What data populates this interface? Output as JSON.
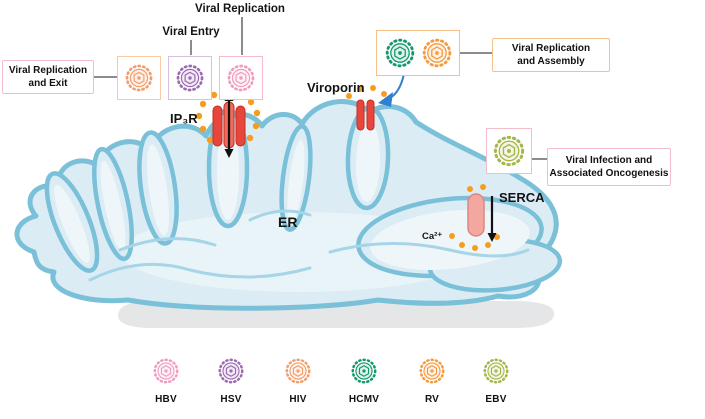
{
  "labels": {
    "viral_replication": "Viral Replication",
    "viral_entry": "Viral Entry",
    "er": "ER",
    "calcium": "Ca²⁺"
  },
  "channels": {
    "ip3r": "IP₃R",
    "viroporin": "Viroporin",
    "serca": "SERCA"
  },
  "callouts": {
    "replication_exit": {
      "line1": "Viral Replication",
      "line2": "and Exit"
    },
    "replication_assembly": {
      "line1": "Viral Replication",
      "line2": "and Assembly"
    },
    "infection_oncogenesis": {
      "line1": "Viral Infection and",
      "line2": "Associated Oncogenesis"
    }
  },
  "legend": [
    {
      "label": "HBV",
      "color": "#ef9cc0"
    },
    {
      "label": "HSV",
      "color": "#9c6bb0"
    },
    {
      "label": "HIV",
      "color": "#f09e6c"
    },
    {
      "label": "HCMV",
      "color": "#13996a"
    },
    {
      "label": "RV",
      "color": "#f59b3e"
    },
    {
      "label": "EBV",
      "color": "#a7b648"
    }
  ],
  "palette": {
    "membrane_stroke": "#79c0d8",
    "lumen_fill": "#dcecf4",
    "calcium_dot": "#f59d20",
    "channel_red": "#e8463a",
    "serca_pink": "#f2a8a0",
    "arrow_blue": "#2f80d0",
    "shadow_gray": "#e4e6e7"
  }
}
